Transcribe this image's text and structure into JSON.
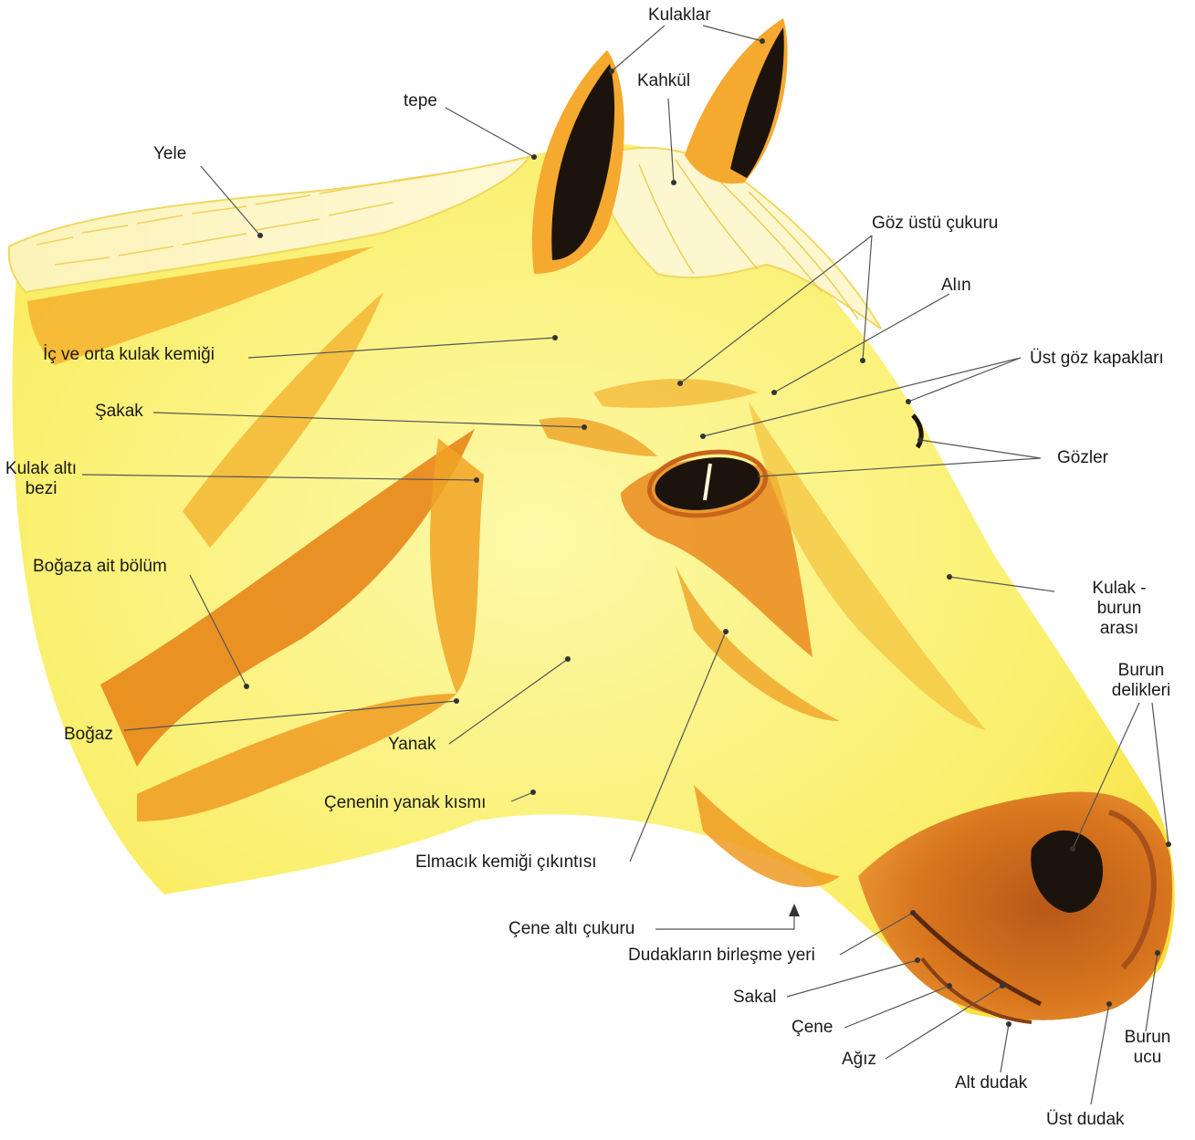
{
  "diagram": {
    "labels": {
      "kulaklar": "Kulaklar",
      "kahkul": "Kahkül",
      "tepe": "tepe",
      "yele": "Yele",
      "goz_ustu_cukuru": "Göz üstü çukuru",
      "alin": "Alın",
      "ic_ve_orta_kulak_kemigi": "İç ve orta kulak kemiği",
      "ust_goz_kapaklari": "Üst göz kapakları",
      "sakak": "Şakak",
      "gozler": "Gözler",
      "kulak_alti_bezi": "Kulak altı\nbezi",
      "bogaza_ait_bolum": "Boğaza ait bölüm",
      "kulak_burun_arasi": "Kulak - burun\narası",
      "burun_delikleri": "Burun\ndelikleri",
      "bogaz": "Boğaz",
      "yanak": "Yanak",
      "cenenin_yanak_kismi": "Çenenin yanak kısmı",
      "elmacik_kemigi_cikintisi": "Elmacık kemiği çıkıntısı",
      "cene_alti_cukuru": "Çene altı çukuru",
      "dudaklarin_birlesme_yeri": "Dudakların birleşme yeri",
      "sakal": "Sakal",
      "cene": "Çene",
      "agiz": "Ağız",
      "alt_dudak": "Alt dudak",
      "burun_ucu": "Burun\nucu",
      "ust_dudak": "Üst dudak"
    },
    "colors": {
      "head_light": "#fbf58a",
      "head_mid": "#f9e84a",
      "shade_orange": "#f2a21e",
      "deep_orange": "#e07a12",
      "muzzle_brown": "#c8641a",
      "mane_light": "#fdf6c8",
      "eye_black": "#1c140c",
      "leader_line": "#555555"
    }
  }
}
